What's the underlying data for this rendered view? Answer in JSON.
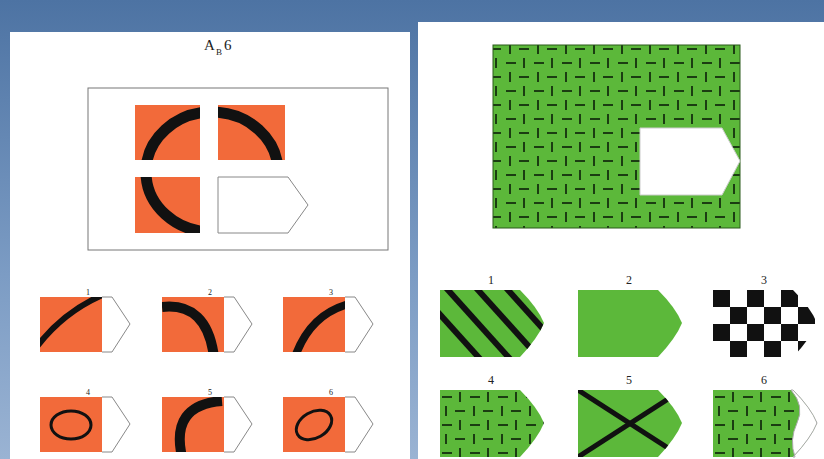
{
  "diagram": {
    "labels": [
      "A",
      "B",
      "6",
      "1",
      "2",
      "3",
      "4",
      "5",
      "6",
      "1",
      "2",
      "3",
      "4",
      "5",
      "6"
    ]
  }
}
